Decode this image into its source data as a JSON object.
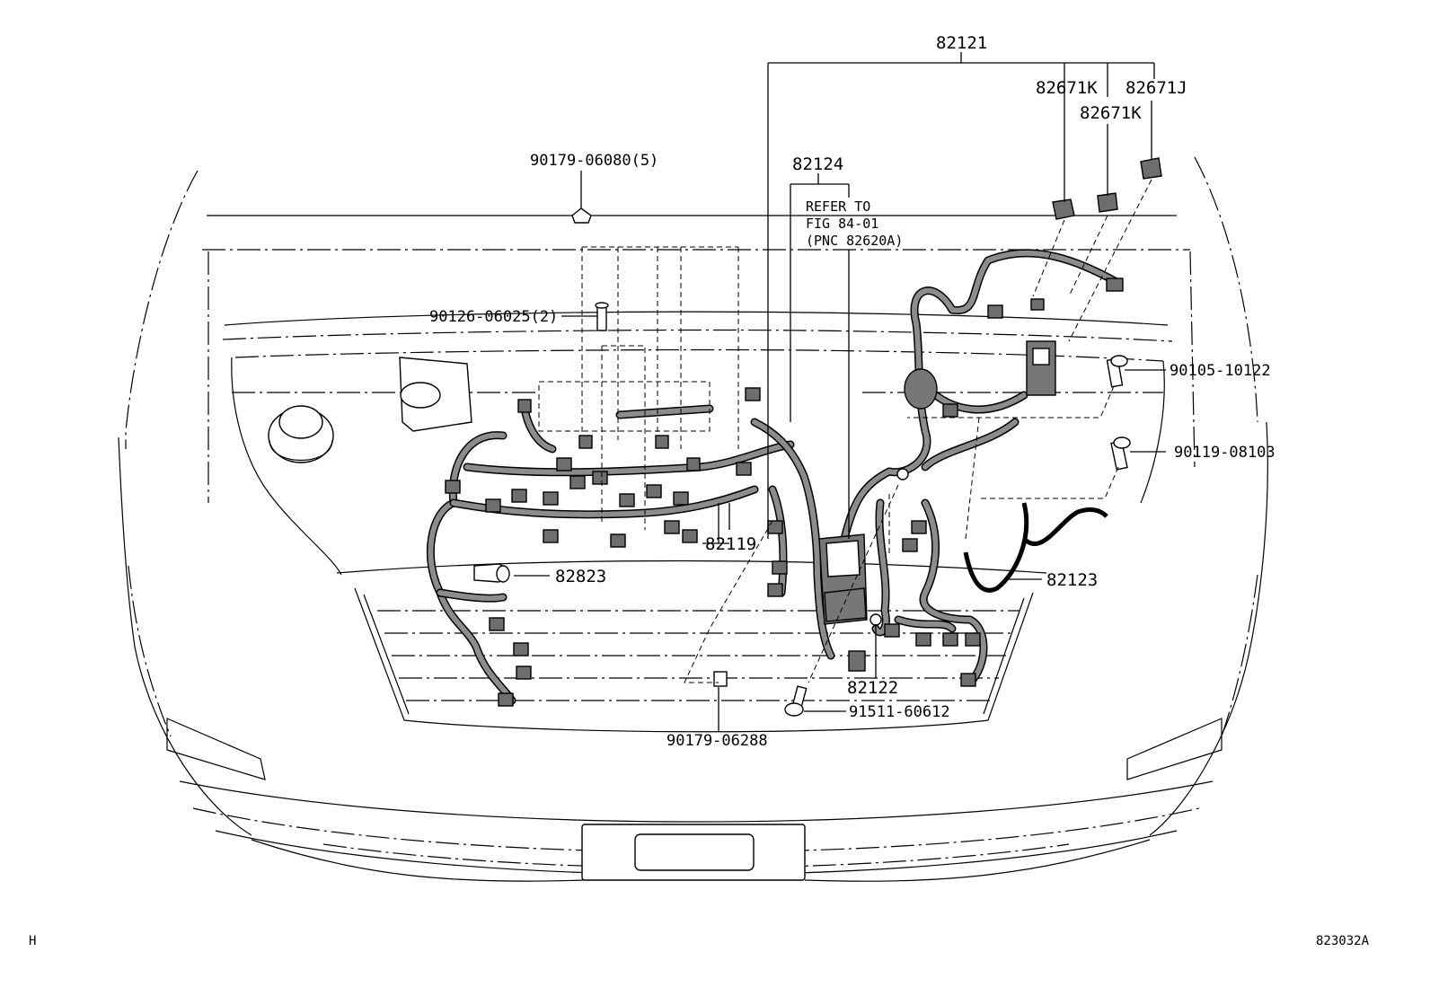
{
  "callouts": {
    "main_harness": "82121",
    "clamp_k1": "82671K",
    "clamp_j": "82671J",
    "clamp_k2": "82671K",
    "sub_harness": "82124",
    "refer_line1": "REFER TO",
    "refer_line2": "FIG 84-01",
    "refer_line3": "(PNC 82620A)",
    "nut_5": "90179-06080(5)",
    "stud_2": "90126-06025(2)",
    "bolt_right_top": "90105-10122",
    "bolt_right_mid": "90119-08103",
    "harness_center": "82119",
    "cap_left": "82823",
    "harness_right": "82123",
    "harness_lower": "82122",
    "bolt_lower": "91511-60612",
    "nut_lower": "90179-06288"
  },
  "footer": {
    "left_code": "H",
    "illustration_code": "823032A"
  }
}
